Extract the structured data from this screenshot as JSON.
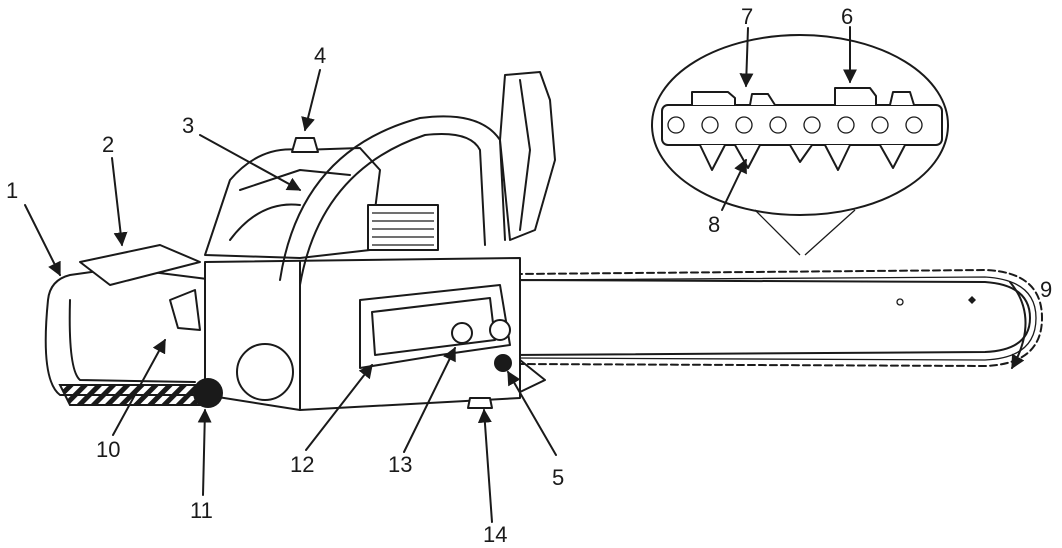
{
  "figure": {
    "subject": "chainsaw-parts",
    "colors": {
      "line": "#1a1a1a",
      "background": "#ffffff"
    }
  },
  "callouts": [
    {
      "id": "c1",
      "text": "1"
    },
    {
      "id": "c2",
      "text": "2"
    },
    {
      "id": "c3",
      "text": "3"
    },
    {
      "id": "c4",
      "text": "4"
    },
    {
      "id": "c5",
      "text": "5"
    },
    {
      "id": "c6",
      "text": "6"
    },
    {
      "id": "c7",
      "text": "7"
    },
    {
      "id": "c8",
      "text": "8"
    },
    {
      "id": "c9",
      "text": "9"
    },
    {
      "id": "c10",
      "text": "10"
    },
    {
      "id": "c11",
      "text": "11"
    },
    {
      "id": "c12",
      "text": "12"
    },
    {
      "id": "c13",
      "text": "13"
    },
    {
      "id": "c14",
      "text": "14"
    }
  ]
}
